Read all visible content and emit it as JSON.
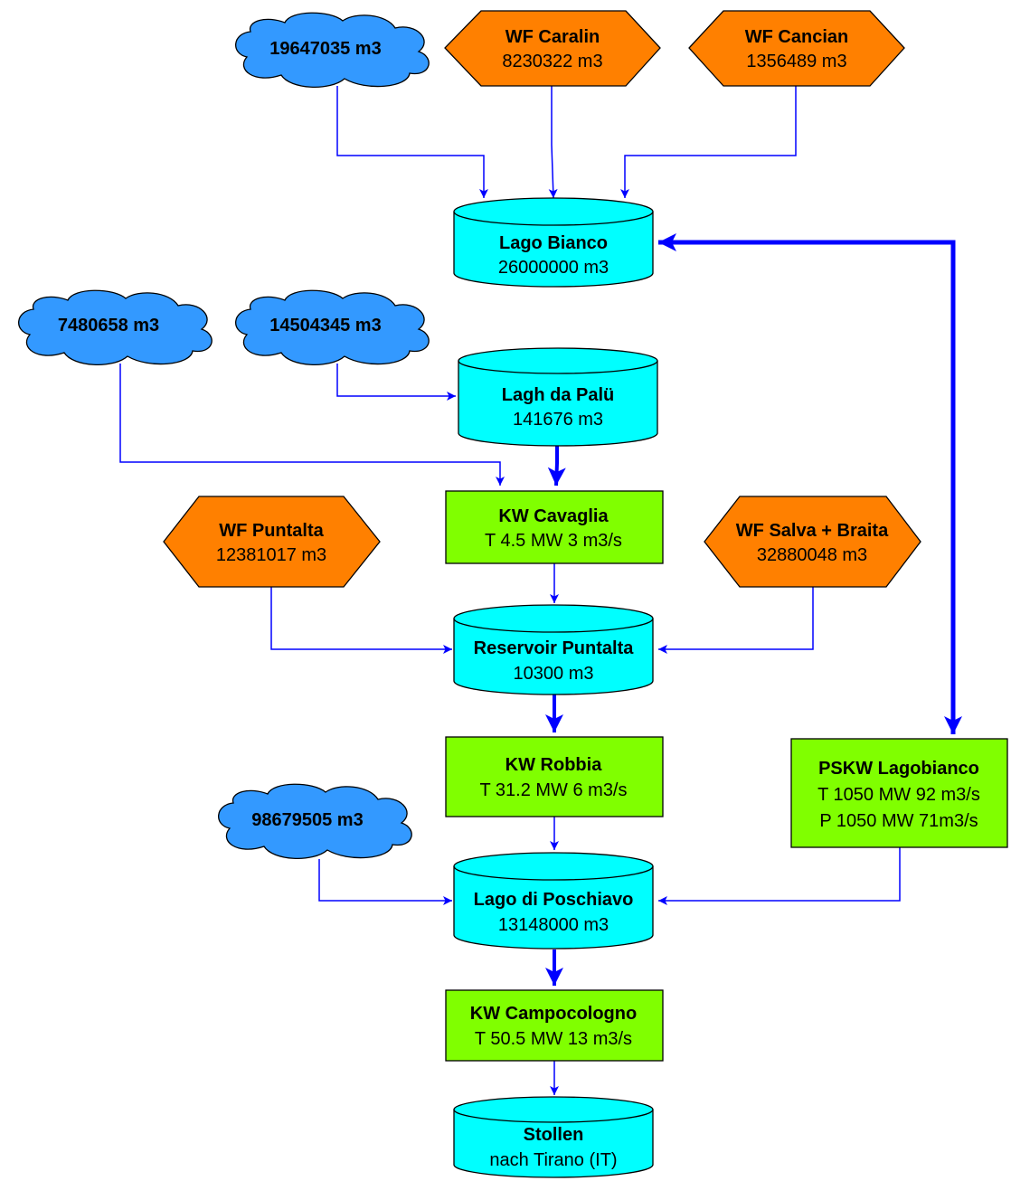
{
  "colors": {
    "flow": "#0000ff",
    "stroke": "#000000",
    "reservoir": "#00ffff",
    "powerplant": "#80ff00",
    "intake": "#ff8000",
    "catchment": "#3399ff"
  },
  "catchments": {
    "c1": "19647035 m3",
    "c2": "7480658 m3",
    "c3": "14504345 m3",
    "c4": "98679505 m3"
  },
  "intakes": {
    "caralin": {
      "title": "WF Caralin",
      "value": "8230322 m3"
    },
    "cancian": {
      "title": "WF Cancian",
      "value": "1356489 m3"
    },
    "puntalta": {
      "title": "WF Puntalta",
      "value": "12381017 m3"
    },
    "salva": {
      "title": "WF Salva + Braita",
      "value": "32880048 m3"
    }
  },
  "reservoirs": {
    "lago_bianco": {
      "title": "Lago Bianco",
      "value": "26000000 m3"
    },
    "lagh_da_palu": {
      "title": "Lagh da Palü",
      "value": "141676 m3"
    },
    "reservoir_puntalta": {
      "title": "Reservoir Puntalta",
      "value": "10300 m3"
    },
    "lago_di_poschiavo": {
      "title": "Lago di Poschiavo",
      "value": "13148000 m3"
    },
    "stollen": {
      "title": "Stollen",
      "value": "nach Tirano (IT)"
    }
  },
  "powerplants": {
    "cavaglia": {
      "title": "KW Cavaglia",
      "line1": "T 4.5 MW 3 m3/s"
    },
    "robbia": {
      "title": "KW Robbia",
      "line1": "T 31.2 MW 6 m3/s"
    },
    "campocologno": {
      "title": "KW Campocologno",
      "line1": "T 50.5 MW 13 m3/s"
    },
    "lagobianco": {
      "title": "PSKW Lagobianco",
      "line1": "T 1050 MW 92 m3/s",
      "line2": "P 1050 MW 71m3/s"
    }
  }
}
